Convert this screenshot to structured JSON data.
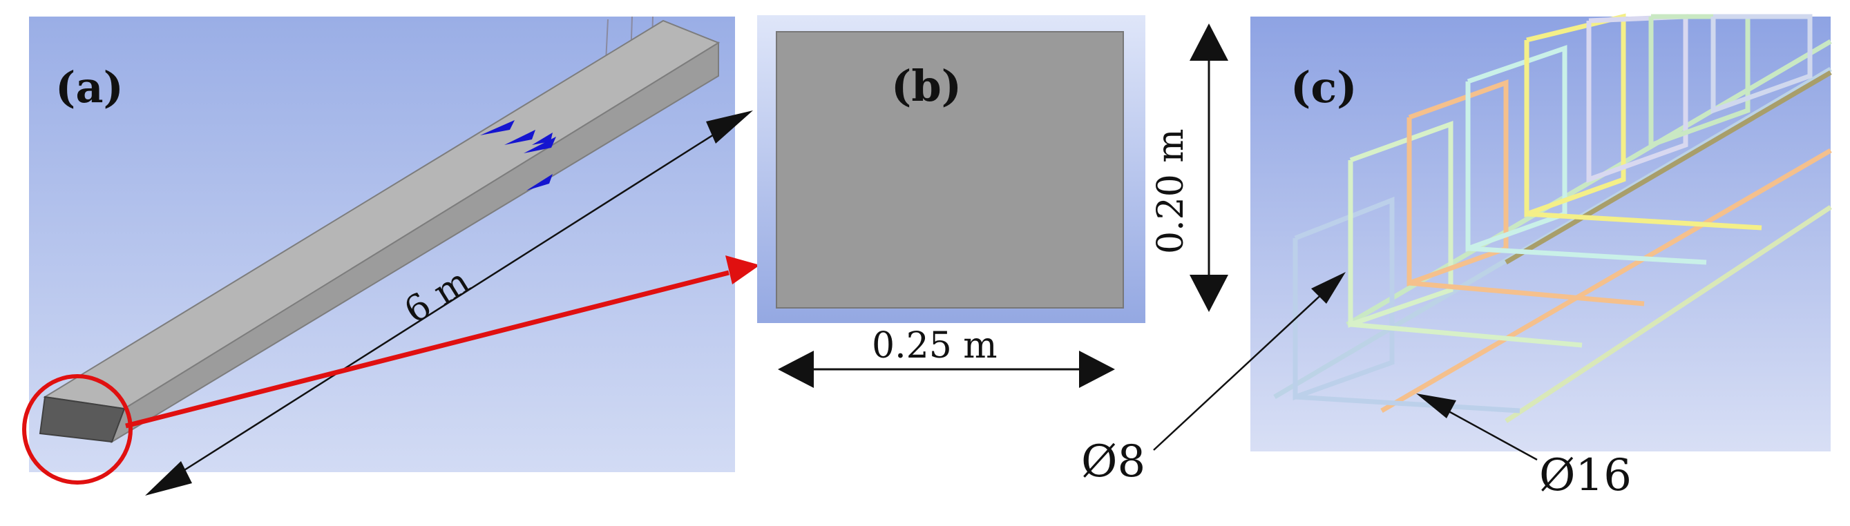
{
  "panels": {
    "a": {
      "label": "(a)"
    },
    "b": {
      "label": "(b)"
    },
    "c": {
      "label": "(c)"
    }
  },
  "dimensions": {
    "length": "6 m",
    "height": "0.20 m",
    "width": "0.25 m"
  },
  "rebar": {
    "stirrup": "Ø8",
    "longitudinal": "Ø16"
  },
  "colors": {
    "highlight": "#e01010",
    "beam_face": "#a0a0a0",
    "cross_section": "#9a9a9a",
    "load_arrows": "#1515d0"
  },
  "icons": {
    "load_arrow": "blue-cone-arrow-icon"
  }
}
